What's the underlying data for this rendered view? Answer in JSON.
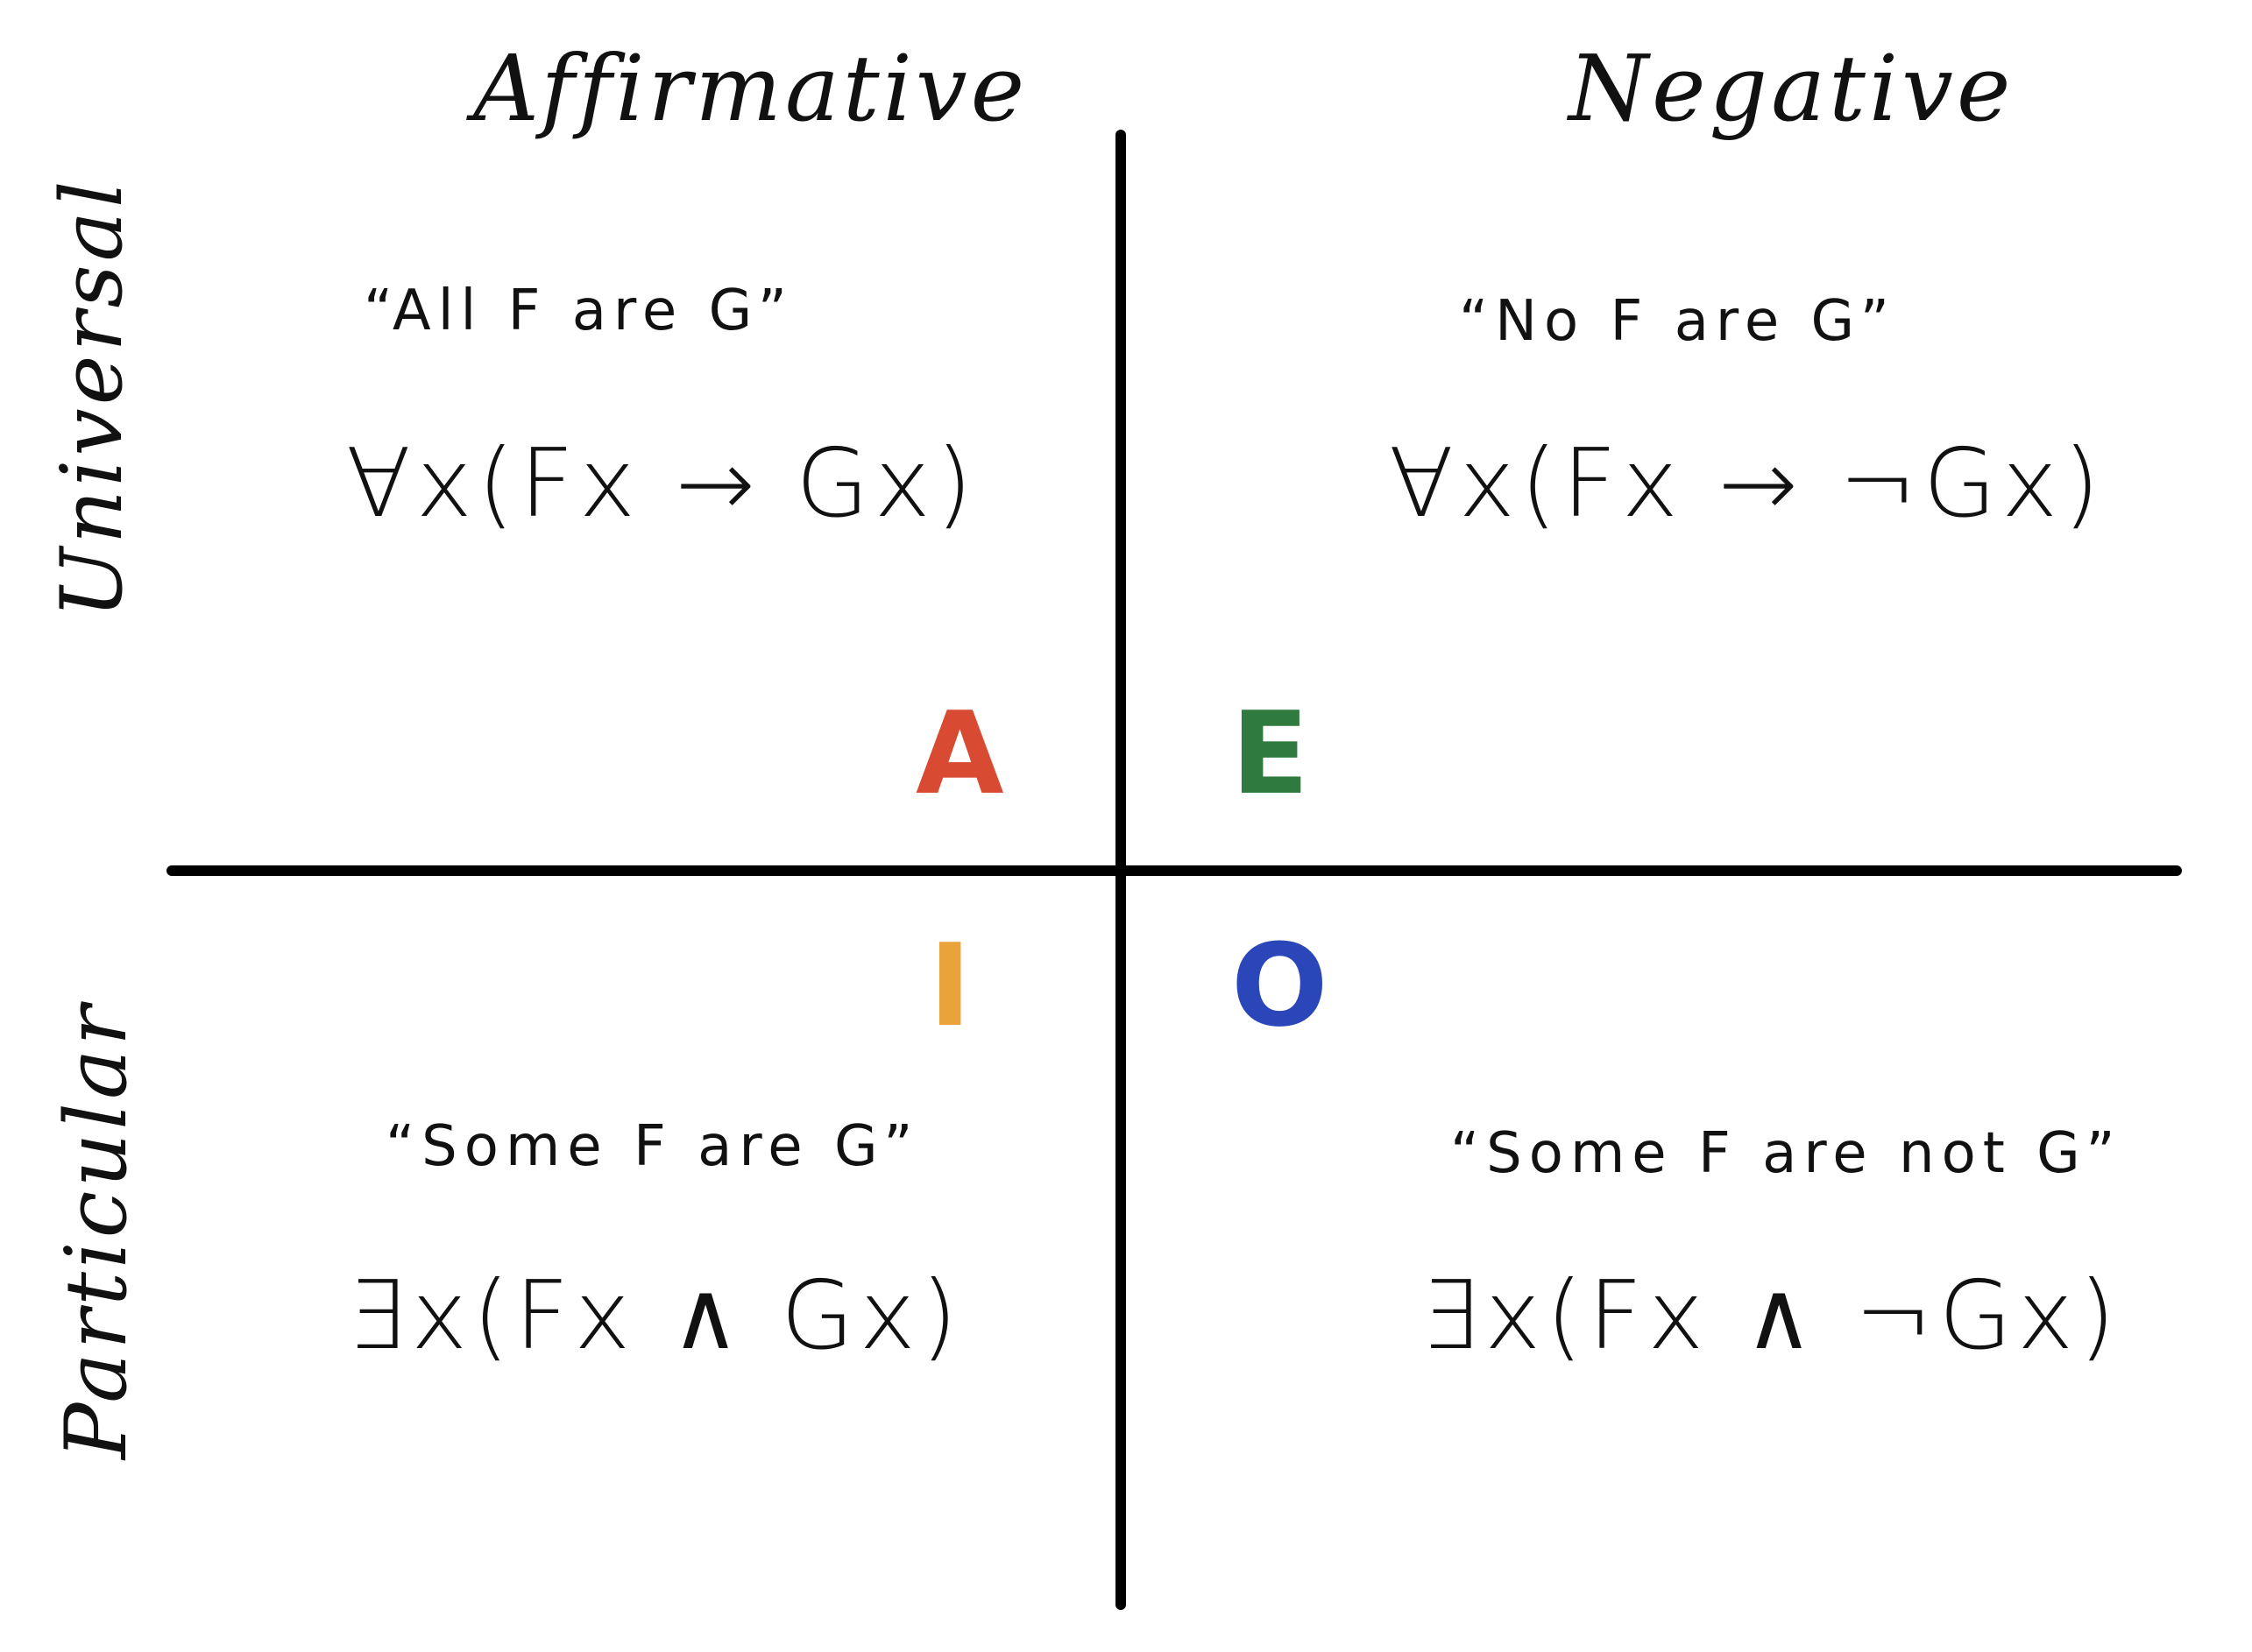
{
  "columns": {
    "affirmative": "Affirmative",
    "negative": "Negative"
  },
  "rows": {
    "universal": "Universal",
    "particular": "Particular"
  },
  "quadrants": {
    "A": {
      "letter": "A",
      "color": "#d94a32",
      "sentence": "“All F are G”",
      "formula": "∀x(Fx → Gx)"
    },
    "E": {
      "letter": "E",
      "color": "#2f7a3e",
      "sentence": "“No F are G”",
      "formula": "∀x(Fx → ¬Gx)"
    },
    "I": {
      "letter": "I",
      "color": "#eaa23a",
      "sentence": "“Some F are G”",
      "formula": "∃x(Fx ∧ Gx)"
    },
    "O": {
      "letter": "O",
      "color": "#2a46b8",
      "sentence": "“Some F are not G”",
      "formula": "∃x(Fx ∧ ¬Gx)"
    }
  }
}
